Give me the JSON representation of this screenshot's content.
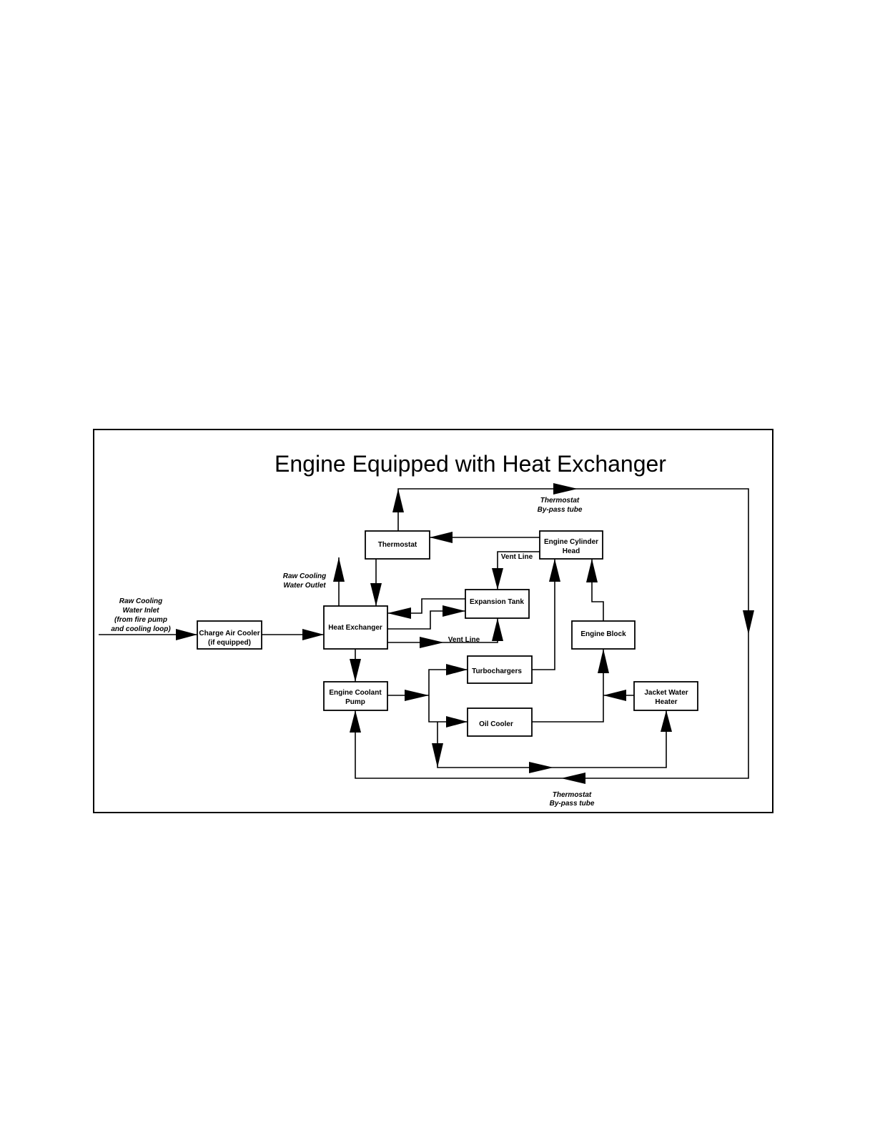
{
  "title": "Engine Equipped with Heat Exchanger",
  "nodes": {
    "thermostat": [
      "Thermostat"
    ],
    "engine_cylinder_head": [
      "Engine Cylinder",
      "Head"
    ],
    "expansion_tank": [
      "Expansion Tank"
    ],
    "heat_exchanger": [
      "Heat Exchanger"
    ],
    "charge_air_cooler": [
      "Charge Air Cooler",
      "(if equipped)"
    ],
    "engine_block": [
      "Engine Block"
    ],
    "turbochargers": [
      "Turbochargers"
    ],
    "engine_coolant_pump": [
      "Engine Coolant",
      "Pump"
    ],
    "oil_cooler": [
      "Oil Cooler"
    ],
    "jacket_water_heater": [
      "Jacket Water",
      "Heater"
    ]
  },
  "notes": {
    "bypass_top": [
      "Thermostat",
      "By-pass tube"
    ],
    "bypass_bottom": [
      "Thermostat",
      "By-pass tube"
    ],
    "raw_outlet": [
      "Raw Cooling",
      "Water Outlet"
    ],
    "raw_inlet": [
      "Raw Cooling",
      "Water Inlet",
      "(from fire pump",
      "and cooling loop)"
    ],
    "vent_line_top": [
      "Vent Line"
    ],
    "vent_line_bottom": [
      "Vent Line"
    ]
  },
  "colors": {
    "ink": "#000000",
    "background": "#ffffff"
  }
}
